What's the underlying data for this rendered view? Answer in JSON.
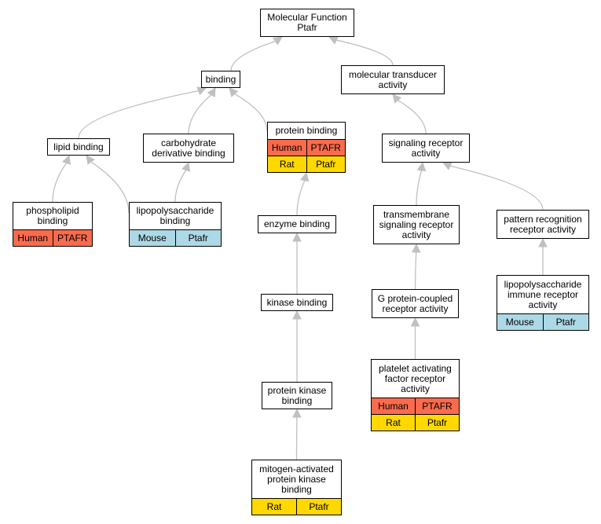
{
  "colors": {
    "human": "#FA6B4D",
    "rat": "#FFD800",
    "mouse": "#ADD8E6",
    "edge": "#C0C0C0"
  },
  "nodes": {
    "mf": {
      "label": "Molecular Function\nPtafr"
    },
    "binding": {
      "label": "binding"
    },
    "mt": {
      "label": "molecular transducer\nactivity"
    },
    "lipid": {
      "label": "lipid binding"
    },
    "carb": {
      "label": "carbohydrate\nderivative binding"
    },
    "protein": {
      "label": "protein binding",
      "rows": [
        {
          "species": "Human",
          "gene": "PTAFR",
          "color": "human"
        },
        {
          "species": "Rat",
          "gene": "Ptafr",
          "color": "rat"
        }
      ]
    },
    "sra": {
      "label": "signaling receptor\nactivity"
    },
    "phos": {
      "label": "phospholipid\nbinding",
      "rows": [
        {
          "species": "Human",
          "gene": "PTAFR",
          "color": "human"
        }
      ]
    },
    "lps": {
      "label": "lipopolysaccharide\nbinding",
      "rows": [
        {
          "species": "Mouse",
          "gene": "Ptafr",
          "color": "mouse"
        }
      ]
    },
    "enzyme": {
      "label": "enzyme binding"
    },
    "tsra": {
      "label": "transmembrane\nsignaling receptor\nactivity"
    },
    "prra": {
      "label": "pattern recognition\nreceptor activity"
    },
    "kinase": {
      "label": "kinase binding"
    },
    "gpcr": {
      "label": "G protein-coupled\nreceptor activity"
    },
    "lpsira": {
      "label": "lipopolysaccharide\nimmune receptor\nactivity",
      "rows": [
        {
          "species": "Mouse",
          "gene": "Ptafr",
          "color": "mouse"
        }
      ]
    },
    "pkb": {
      "label": "protein kinase\nbinding"
    },
    "pafra": {
      "label": "platelet activating\nfactor receptor\nactivity",
      "rows": [
        {
          "species": "Human",
          "gene": "PTAFR",
          "color": "human"
        },
        {
          "species": "Rat",
          "gene": "Ptafr",
          "color": "rat"
        }
      ]
    },
    "mapkb": {
      "label": "mitogen-activated\nprotein kinase\nbinding",
      "rows": [
        {
          "species": "Rat",
          "gene": "Ptafr",
          "color": "rat"
        }
      ]
    }
  },
  "edges": [
    {
      "from": "binding",
      "to": "mf"
    },
    {
      "from": "mt",
      "to": "mf"
    },
    {
      "from": "lipid",
      "to": "binding"
    },
    {
      "from": "carb",
      "to": "binding"
    },
    {
      "from": "protein",
      "to": "binding"
    },
    {
      "from": "sra",
      "to": "mt"
    },
    {
      "from": "phos",
      "to": "lipid"
    },
    {
      "from": "lps",
      "to": "lipid"
    },
    {
      "from": "lps",
      "to": "carb"
    },
    {
      "from": "enzyme",
      "to": "protein"
    },
    {
      "from": "tsra",
      "to": "sra"
    },
    {
      "from": "prra",
      "to": "sra"
    },
    {
      "from": "kinase",
      "to": "enzyme"
    },
    {
      "from": "gpcr",
      "to": "tsra"
    },
    {
      "from": "lpsira",
      "to": "prra"
    },
    {
      "from": "pkb",
      "to": "kinase"
    },
    {
      "from": "pafra",
      "to": "gpcr"
    },
    {
      "from": "mapkb",
      "to": "pkb"
    }
  ]
}
